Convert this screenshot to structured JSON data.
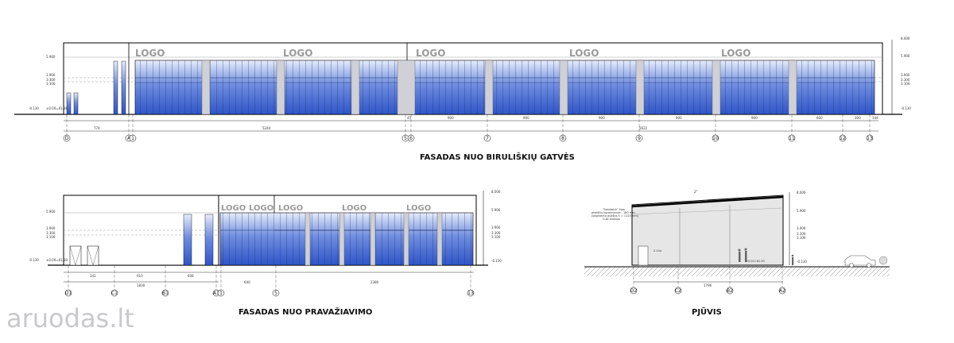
{
  "watermark": "aruodas.lt",
  "captions": {
    "facade1": "FASADAS NUO BIRULIŠKIŲ GATVĖS",
    "facade2": "FASADAS NUO PRAVAŽIAVIMO",
    "section": "PJŪVIS"
  },
  "facade1": {
    "logos": [
      "LOGO",
      "LOGO",
      "LOGO",
      "LOGO",
      "LOGO"
    ],
    "axes": [
      "D",
      "A",
      "1",
      "5",
      "6",
      "7",
      "8",
      "9",
      "10",
      "11",
      "12",
      "13"
    ],
    "levels_left": [
      "5.900",
      "3.900",
      "3.300",
      "3.100",
      "±0.00=61.30",
      "-0.130"
    ],
    "levels_right": [
      "8.000",
      "5.900",
      "3.900",
      "3.300",
      "3.100",
      "-0.130"
    ],
    "dims": [
      "774",
      "5244",
      "45",
      "900",
      "900",
      "900",
      "900",
      "900",
      "600",
      "300",
      "144",
      "5622"
    ]
  },
  "facade2": {
    "logos": [
      "LOGO",
      "LOGO",
      "LOGO",
      "LOGO",
      "LOGO"
    ],
    "axes": [
      "D1",
      "C1",
      "B1",
      "A1",
      "1",
      "5",
      "13"
    ],
    "levels_left": [
      "5.900",
      "3.900",
      "3.300",
      "3.100",
      "±0.00=61.30",
      "-0.130"
    ],
    "levels_right": [
      "8.000",
      "5.900",
      "3.900",
      "3.300",
      "3.100",
      "-0.130"
    ],
    "dims": [
      "341",
      "610",
      "608",
      "1830",
      "640",
      "2380"
    ]
  },
  "section": {
    "axes": [
      "D2",
      "C2",
      "B2",
      "A2"
    ],
    "note": "\"Sandwich\" tipo plokščių konstrukcija - 180 mm (segmentų aukštis h = 1120 mm) Cuži kolonos",
    "levels": [
      "8.000",
      "5.900",
      "3.900",
      "3.300",
      "3.100",
      "-0.130"
    ],
    "slope": "2°",
    "dims": [
      "1796"
    ],
    "level_tags": [
      "2.10≥",
      "±0.00=61.30"
    ]
  }
}
